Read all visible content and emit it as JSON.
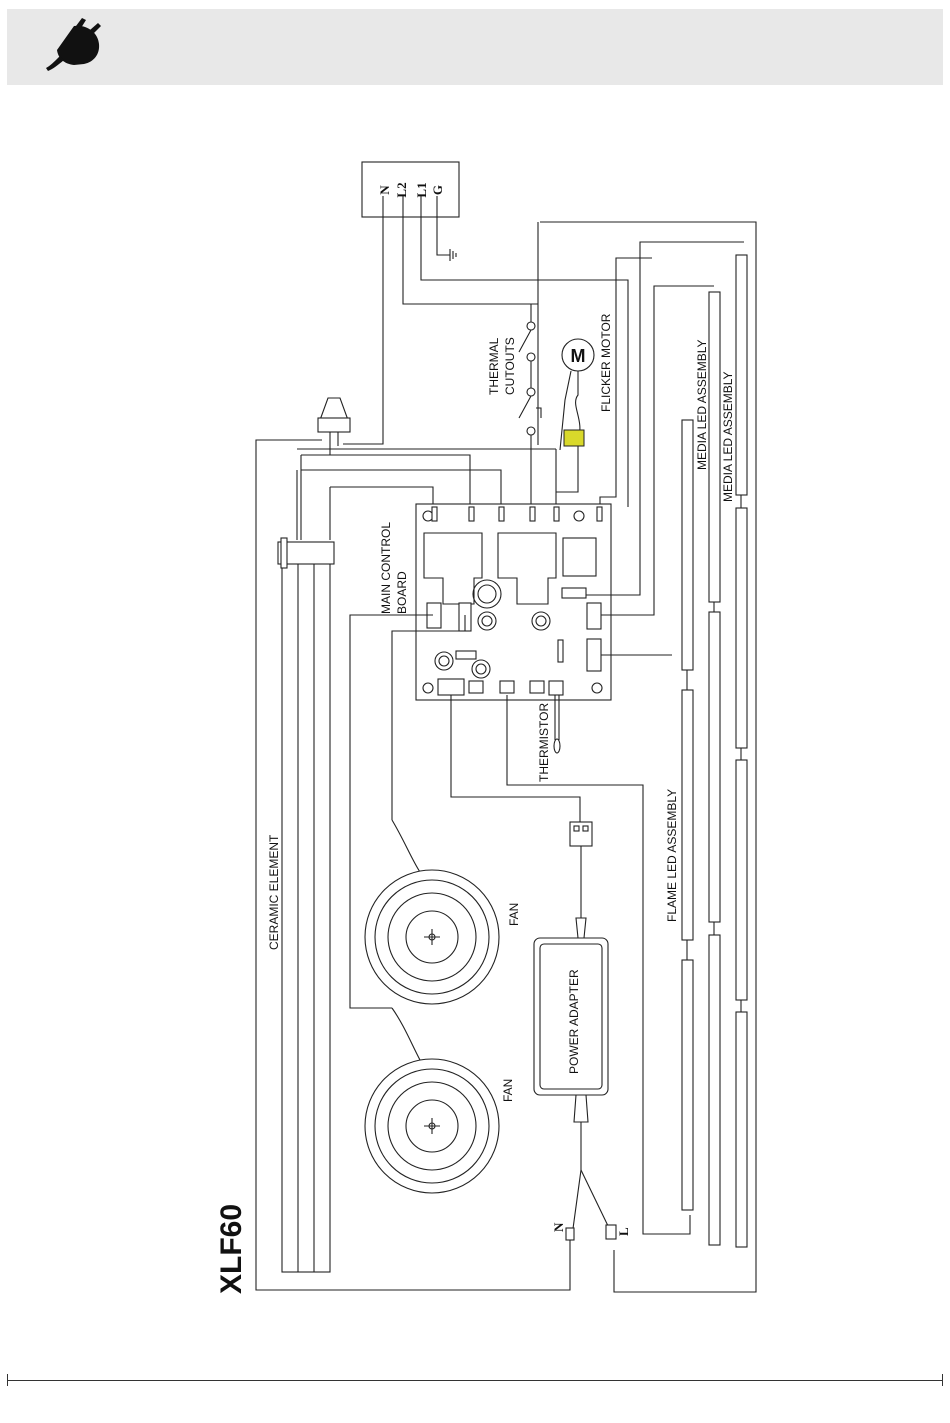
{
  "header": {
    "icon": "plug-icon"
  },
  "diagram": {
    "model": "XLF60",
    "terminals": [
      "N",
      "L2",
      "L1",
      "G"
    ],
    "labels": {
      "thermal_cutouts_1": "THERMAL",
      "thermal_cutouts_2": "CUTOUTS",
      "flicker_motor": "FLICKER MOTOR",
      "motor_symbol": "M",
      "main_control_board_1": "MAIN CONTROL",
      "main_control_board_2": "BOARD",
      "thermistor": "THERMISTOR",
      "media_led_1": "MEDIA LED ASSEMBLY",
      "media_led_2": "MEDIA LED ASSEMBLY",
      "flame_led": "FLAME LED ASSEMBLY",
      "ceramic_element": "CERAMIC ELEMENT",
      "fan_1": "FAN",
      "fan_2": "FAN",
      "power_adapter": "POWER ADAPTER",
      "lead_n": "N",
      "lead_l": "L"
    },
    "colors": {
      "motor_capacitor": "#d9d92b",
      "header_band": "#e8e8e8"
    }
  }
}
